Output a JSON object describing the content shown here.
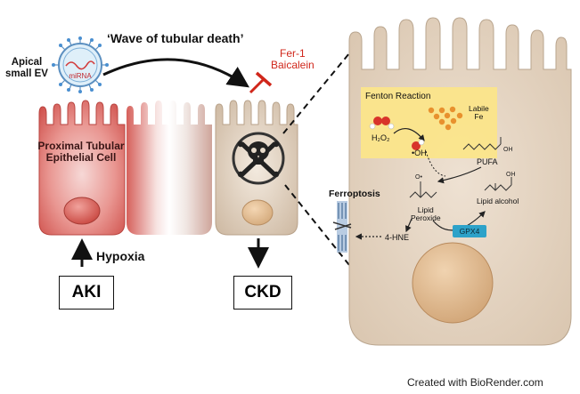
{
  "labels": {
    "apical_small_ev": "Apical\nsmall EV",
    "mirna": "miRNA",
    "wave": "‘Wave of tubular death’",
    "inhibitors": "Fer-1\nBaicalein",
    "cell": "Proximal Tubular Epithelial Cell",
    "hypoxia": "Hypoxia",
    "aki": "AKI",
    "ckd": "CKD",
    "fenton": "Fenton Reaction",
    "labile_fe": "Labile\nFe",
    "h2o2": "H₂O₂",
    "oh_radical": "•OH",
    "pufa": "PUFA",
    "ferroptosis": "Ferroptosis",
    "lipid_peroxide": "Lipid\nPeroxide",
    "lipid_alcohol": "Lipid alcohol",
    "hne": "4-HNE",
    "gpx4": "GPX4",
    "oxygen_radical": "O•",
    "oh_group": "OH",
    "credit": "Created with BioRender.com"
  },
  "colors": {
    "aki_cell": "#d9534f",
    "ckd_cell": "#e6d6c3",
    "inhibitor": "#d0261a",
    "fenton_box": "#fbe58a",
    "gpx4": "#2da2c9"
  }
}
